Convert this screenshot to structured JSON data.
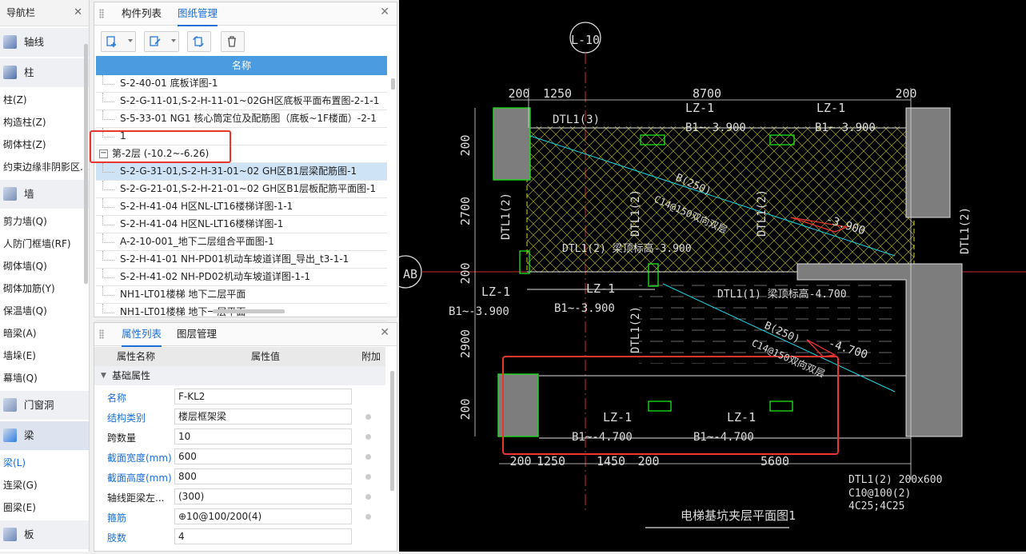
{
  "nav": {
    "title": "导航栏",
    "items": [
      {
        "label": "轴线",
        "kind": "group"
      },
      {
        "label": "柱",
        "kind": "group"
      },
      {
        "label": "柱(Z)",
        "kind": "item"
      },
      {
        "label": "构造柱(Z)",
        "kind": "item"
      },
      {
        "label": "砌体柱(Z)",
        "kind": "item"
      },
      {
        "label": "约束边缘非阴影区...",
        "kind": "item"
      },
      {
        "label": "墙",
        "kind": "group"
      },
      {
        "label": "剪力墙(Q)",
        "kind": "item"
      },
      {
        "label": "人防门框墙(RF)",
        "kind": "item"
      },
      {
        "label": "砌体墙(Q)",
        "kind": "item"
      },
      {
        "label": "砌体加筋(Y)",
        "kind": "item"
      },
      {
        "label": "保温墙(Q)",
        "kind": "item"
      },
      {
        "label": "暗梁(A)",
        "kind": "item"
      },
      {
        "label": "墙垛(E)",
        "kind": "item"
      },
      {
        "label": "幕墙(Q)",
        "kind": "item"
      },
      {
        "label": "门窗洞",
        "kind": "group"
      },
      {
        "label": "梁",
        "kind": "group"
      },
      {
        "label": "梁(L)",
        "kind": "item"
      },
      {
        "label": "连梁(G)",
        "kind": "item"
      },
      {
        "label": "圈梁(E)",
        "kind": "item"
      },
      {
        "label": "板",
        "kind": "group"
      }
    ]
  },
  "list_panel": {
    "tabs": [
      "构件列表",
      "图纸管理"
    ],
    "active_tab": "图纸管理",
    "column_header": "名称",
    "rows": [
      {
        "text": "S-2-40-01 底板详图-1",
        "type": "item"
      },
      {
        "text": "S-2-G-11-01,S-2-H-11-01~02GH区底板平面布置图-2-1-1",
        "type": "item"
      },
      {
        "text": "S-5-33-01 NG1 核心筒定位及配筋图（底板~1F楼面）-2-1",
        "type": "item"
      },
      {
        "text": "1",
        "type": "item"
      },
      {
        "text": "第-2层 (-10.2~-6.26)",
        "type": "group"
      },
      {
        "text": "S-2-G-31-01,S-2-H-31-01~02 GH区B1层梁配筋图-1",
        "type": "selected"
      },
      {
        "text": "S-2-G-21-01,S-2-H-21-01~02 GH区B1层板配筋平面图-1",
        "type": "item"
      },
      {
        "text": "S-2-H-41-04 H区NL-LT16楼梯详图-1-1",
        "type": "item"
      },
      {
        "text": "S-2-H-41-04 H区NL-LT16楼梯详图-1",
        "type": "item"
      },
      {
        "text": "A-2-10-001_地下二层组合平面图-1",
        "type": "item"
      },
      {
        "text": "S-2-H-41-01 NH-PD01机动车坡道详图_导出_t3-1-1",
        "type": "item"
      },
      {
        "text": "S-2-H-41-02 NH-PD02机动车坡道详图-1-1",
        "type": "item"
      },
      {
        "text": "NH1-LT01楼梯 地下二层平面",
        "type": "item"
      },
      {
        "text": "NH1-LT01楼梯 地下一层平面",
        "type": "item"
      }
    ]
  },
  "prop_panel": {
    "tabs": [
      "属性列表",
      "图层管理"
    ],
    "active_tab": "属性列表",
    "headers": [
      "属性名称",
      "属性值",
      "附加"
    ],
    "section": "基础属性",
    "rows": [
      {
        "name": "名称",
        "value": "F-KL2",
        "blue": true,
        "check": false
      },
      {
        "name": "结构类别",
        "value": "楼层框架梁",
        "blue": true,
        "check": true
      },
      {
        "name": "跨数量",
        "value": "10",
        "blue": false,
        "check": true
      },
      {
        "name": "截面宽度(mm)",
        "value": "600",
        "blue": true,
        "check": true
      },
      {
        "name": "截面高度(mm)",
        "value": "800",
        "blue": true,
        "check": true
      },
      {
        "name": "轴线距梁左...",
        "value": "(300)",
        "blue": false,
        "check": true
      },
      {
        "name": "箍筋",
        "value": "⊕10@100/200(4)",
        "blue": true,
        "check": true
      },
      {
        "name": "肢数",
        "value": "4",
        "blue": true,
        "check": false
      }
    ]
  },
  "cad": {
    "axis_top": "L-10",
    "axis_left": "AB",
    "dims_top": [
      "200",
      "1250",
      "8700",
      "200"
    ],
    "dims_bottom": [
      "200",
      "1250",
      "1450",
      "200",
      "5600"
    ],
    "dims_left": [
      "200",
      "2700",
      "200",
      "2900",
      "200"
    ],
    "labels": {
      "lz1": "LZ-1",
      "b1_39": "B1~-3.900",
      "b1_47": "B1~-4.700",
      "dtl1_3": "DTL1(3)",
      "dtl1_2": "DTL1(2)",
      "dtl1_2_39": "DTL1(2) 梁顶标高-3.900",
      "dtl1_1_47": "DTL1(1) 梁顶标高-4.700",
      "b250": "B(250)",
      "c14": "C14@150双向双层",
      "elev_39": "-3.900",
      "elev_47": "-4.700",
      "dtl_spec_1": "DTL1(2) 200x600",
      "dtl_spec_2": "C10@100(2)",
      "dtl_spec_3": "4C25;4C25",
      "plan_title": "电梯基坑夹层平面图1"
    }
  },
  "colors": {
    "accent": "#1a6fd6",
    "header": "#4a9be0",
    "highlight": "#e8352e",
    "cad_green": "#19e619",
    "cad_cyan": "#19d4e6",
    "cad_yellow": "#e6e619"
  }
}
